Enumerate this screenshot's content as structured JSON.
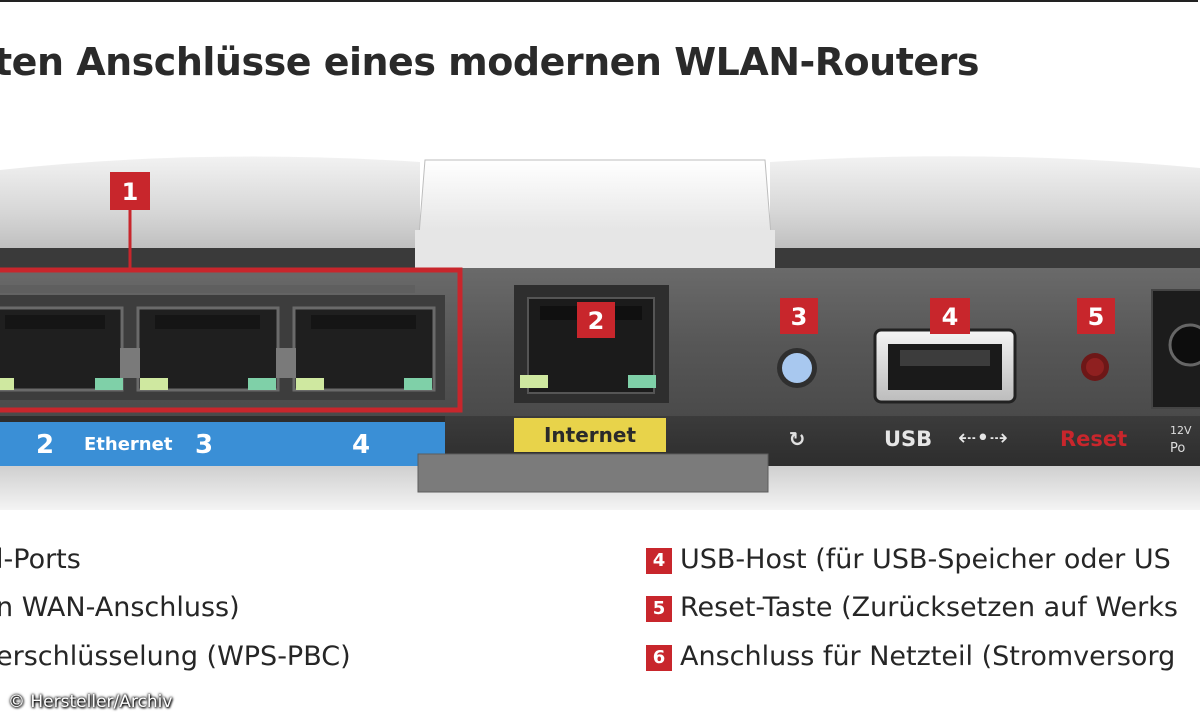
{
  "title": "ten Anschlüsse eines modernen WLAN-Routers",
  "markers": [
    "1",
    "2",
    "3",
    "4",
    "5"
  ],
  "panel_labels": {
    "ethernet": "Ethernet",
    "port2": "2",
    "port3": "3",
    "port4": "4",
    "internet": "Internet",
    "usb": "USB",
    "reset": "Reset",
    "power_top": "12V",
    "power_bottom": "Po"
  },
  "legend_left": [
    {
      "text": "l-Ports"
    },
    {
      "text": "n WAN-Anschluss)"
    },
    {
      "text": "erschlüsselung (WPS-PBC)"
    }
  ],
  "legend_right": [
    {
      "num": "4",
      "text": "USB-Host (für USB-Speicher oder US"
    },
    {
      "num": "5",
      "text": "Reset-Taste (Zurücksetzen auf Werks"
    },
    {
      "num": "6",
      "text": "Anschluss für Netzteil (Stromversorg"
    }
  ],
  "credit": "© Hersteller/Archiv",
  "colors": {
    "accent_red": "#c8262c",
    "ethernet_blue": "#3a8fd6",
    "internet_yellow": "#e8d34a"
  }
}
